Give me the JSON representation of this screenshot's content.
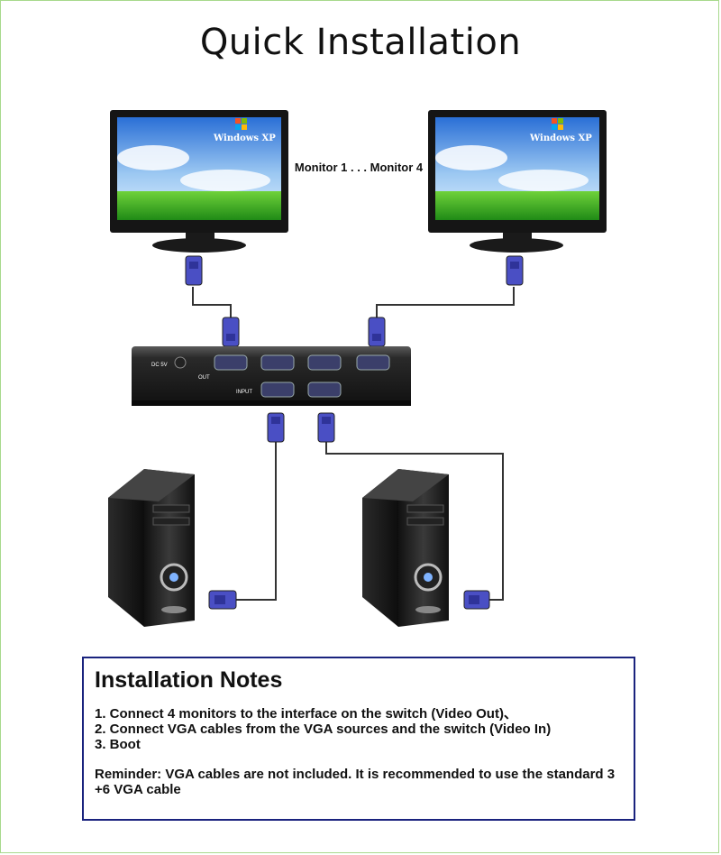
{
  "page": {
    "title": "Quick Installation"
  },
  "diagram": {
    "monitor_label": "Monitor 1 . . . Monitor 4",
    "monitor_screen_text": "Windows XP",
    "switch_out_label": "OUT",
    "switch_in_label": "INPUT",
    "switch_power_label": "DC 5V"
  },
  "notes": {
    "heading": "Installation Notes",
    "steps": [
      "1. Connect 4 monitors to the interface on the switch (Video Out)、",
      "2. Connect VGA cables from the VGA sources  and the switch (Video In)",
      "3. Boot"
    ],
    "reminder": "Reminder: VGA cables are not included. It is recommended to use the standard 3 +6 VGA cable"
  },
  "colors": {
    "border_green": "#a7d98c",
    "notes_border": "#1a237e",
    "vga_blue": "#4a4fc4",
    "cable": "#333333"
  }
}
